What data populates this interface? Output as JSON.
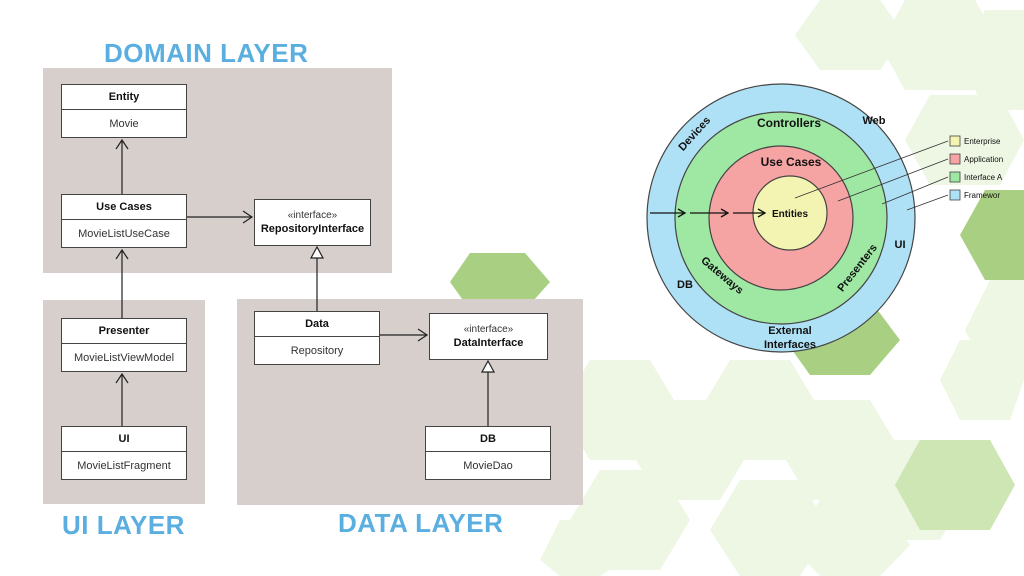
{
  "layers": {
    "domain": "DOMAIN LAYER",
    "ui": "UI LAYER",
    "data": "DATA LAYER"
  },
  "boxes": {
    "entity": {
      "title": "Entity",
      "body": "Movie"
    },
    "use_cases": {
      "title": "Use Cases",
      "body": "MovieListUseCase"
    },
    "repository_interface": {
      "stereotype": "«interface»",
      "name": "RepositoryInterface"
    },
    "presenter": {
      "title": "Presenter",
      "body": "MovieListViewModel"
    },
    "ui": {
      "title": "UI",
      "body": "MovieListFragment"
    },
    "data": {
      "title": "Data",
      "body": "Repository"
    },
    "data_interface": {
      "stereotype": "«interface»",
      "name": "DataInterface"
    },
    "db": {
      "title": "DB",
      "body": "MovieDao"
    }
  },
  "onion": {
    "rings": {
      "entities": "Entities",
      "use_cases": "Use Cases",
      "controllers": "Controllers",
      "gateways": "Gateways",
      "presenters": "Presenters",
      "devices": "Devices",
      "web": "Web",
      "db": "DB",
      "ui": "UI",
      "external_1": "External",
      "external_2": "Interfaces"
    },
    "legend": [
      {
        "label": "Enterprise",
        "color": "#f4f4b2"
      },
      {
        "label": "Application",
        "color": "#f5a3a3"
      },
      {
        "label": "Interface A",
        "color": "#9fe8a4"
      },
      {
        "label": "Framewor",
        "color": "#aee1f5"
      }
    ],
    "colors": {
      "outer": "#aee1f5",
      "interface": "#9fe8a4",
      "application": "#f5a3a3",
      "enterprise": "#f4f4b2"
    }
  },
  "colors": {
    "title": "#5aaee0",
    "panel": "#d6cfcc",
    "hex_light": "#eef6e4",
    "hex_green": "#a9cf82"
  }
}
